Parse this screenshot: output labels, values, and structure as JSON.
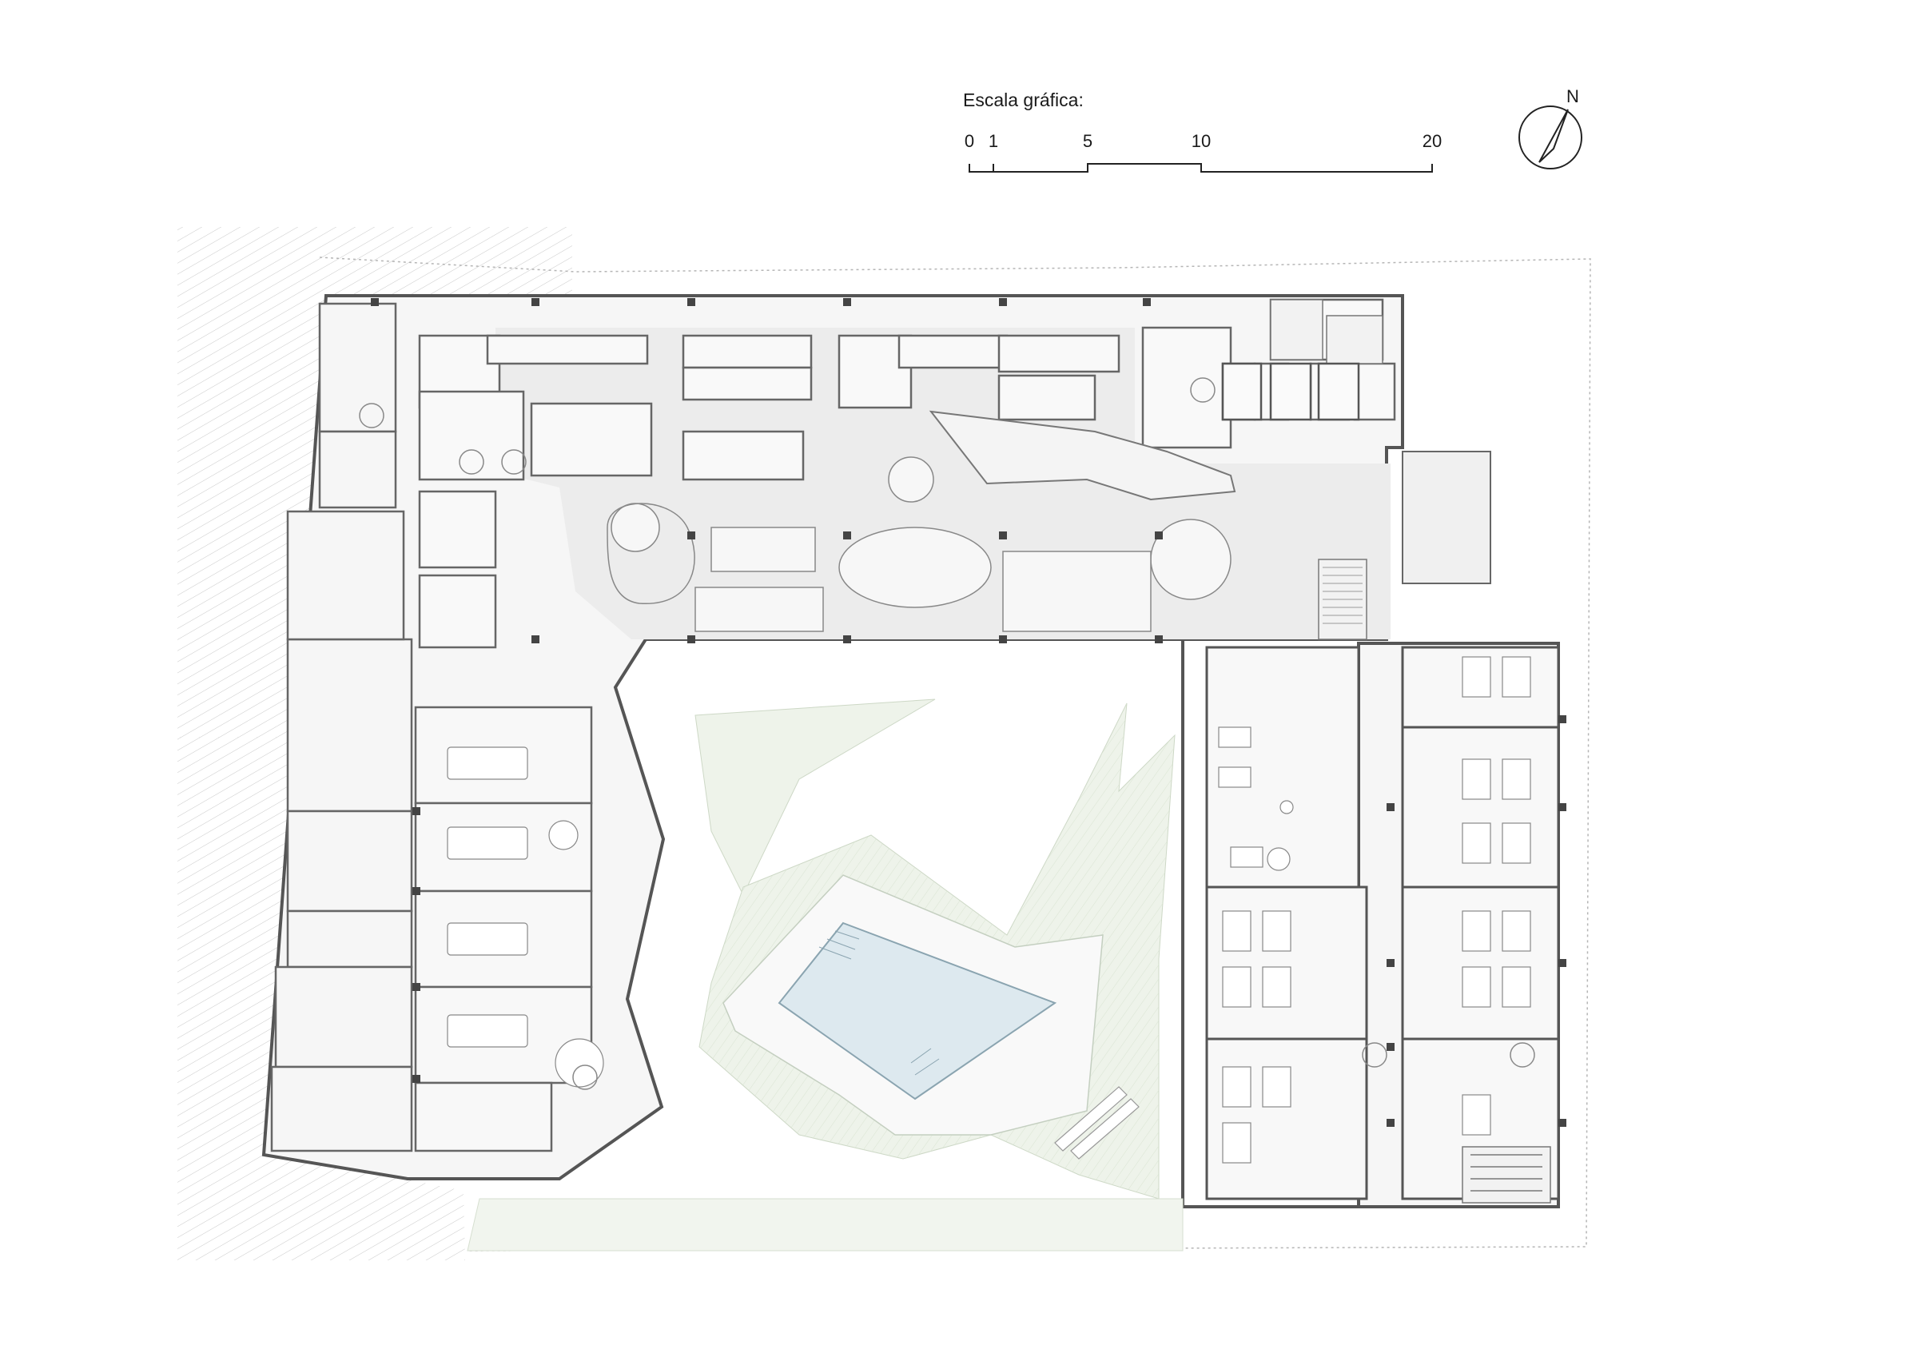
{
  "scale_bar": {
    "title": "Escala gráfica:",
    "ticks": [
      "0",
      "1",
      "5",
      "10",
      "20"
    ]
  },
  "north_arrow": {
    "label": "N",
    "icon": "north-arrow-icon"
  },
  "colors": {
    "wall": "#555555",
    "floor": "#eeeeee",
    "room": "#f7f7f7",
    "pool": "#dbe9f0",
    "green": "#eef3ea",
    "line": "#9a9a9a"
  }
}
